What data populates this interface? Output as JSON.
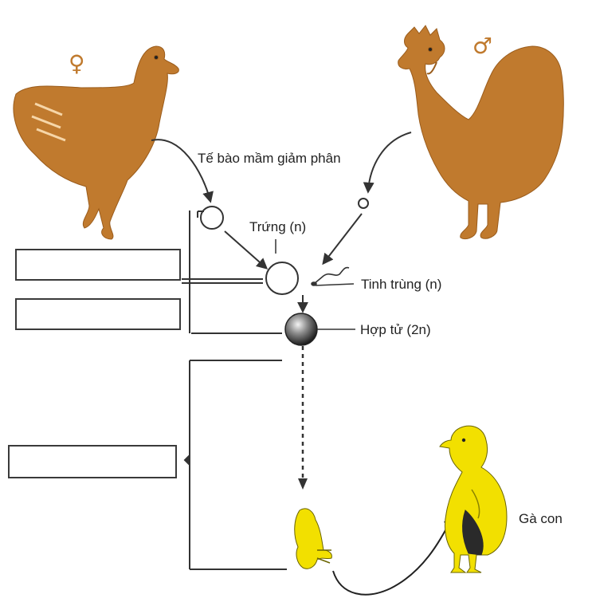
{
  "symbols": {
    "female": "♀",
    "male": "♂"
  },
  "labels": {
    "meiosis": "Tế bào mầm giảm phân",
    "egg": "Trứng (n)",
    "sperm": "Tinh trùng (n)",
    "zygote": "Hợp tử (2n)",
    "chick": "Gà con"
  },
  "answer_boxes": [
    "",
    "",
    ""
  ],
  "colors": {
    "chicken_brown": "#c07a2e",
    "chick_yellow": "#f2e000",
    "line": "#333333"
  }
}
